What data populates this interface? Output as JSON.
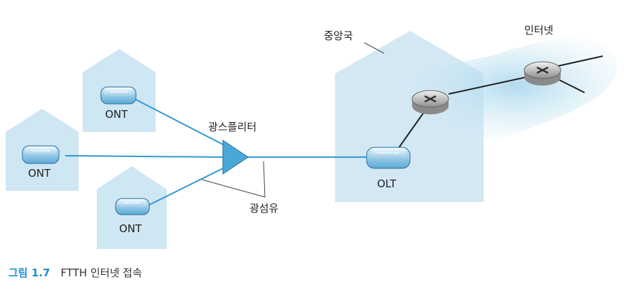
{
  "labels": {
    "ont_top": "ONT",
    "ont_left": "ONT",
    "ont_bottom": "ONT",
    "splitter": "광스플리터",
    "fiber": "광섬유",
    "central_office": "중앙국",
    "olt": "OLT",
    "internet": "인터넷"
  },
  "caption": {
    "number": "그림 1.7",
    "text": "FTTH 인터넷 접속"
  },
  "colors": {
    "house_fill": "#cfe6f3",
    "office_fill": "#d4e8f4",
    "cloud_fill": "#bfe0ef",
    "fiber_line": "#2f9bd0",
    "splitter_fill": "#4aa8d8",
    "caption_accent": "#1f8fcf"
  }
}
